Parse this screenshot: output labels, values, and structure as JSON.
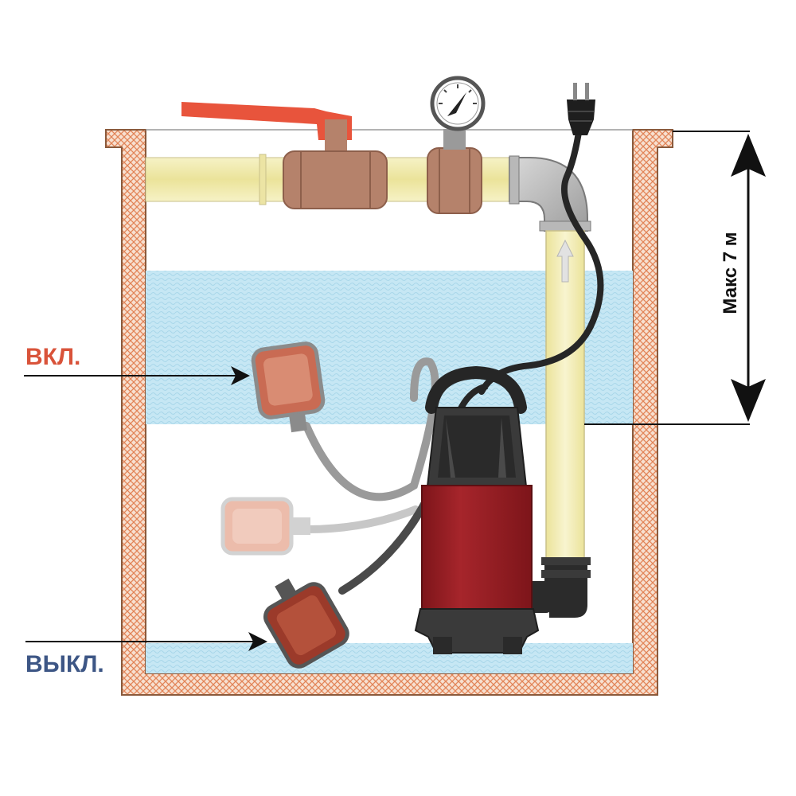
{
  "labels": {
    "on": "ВКЛ.",
    "off": "ВЫКЛ.",
    "max_depth": "Макс 7 м"
  },
  "colors": {
    "on_label": "#d9533a",
    "off_label": "#3d5685",
    "pump_body": "#9b1f24",
    "pump_top": "#3a3a3a",
    "pipe": "#f3eeb4",
    "fitting": "#b5826b",
    "valve_handle": "#e8543c",
    "water": "#bfe3f1",
    "wall": "#f6dccb",
    "wall_hatch": "#e07a4a",
    "float_upper": "#c96b53",
    "float_lower": "#9b3a2a",
    "float_middle": "#e8a58d",
    "cable": "#2a2a2a"
  },
  "icons": {
    "ball_valve": "valve-handle-icon",
    "pressure_gauge": "gauge-icon",
    "power_plug": "plug-icon",
    "flow_arrow": "arrow-up-icon"
  }
}
